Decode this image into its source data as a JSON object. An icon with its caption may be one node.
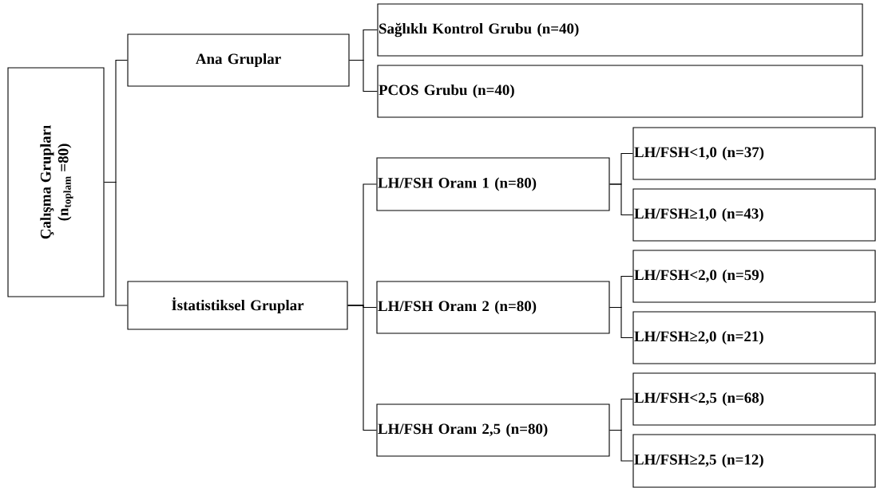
{
  "diagram": {
    "nodes": [
      {
        "text": [
          "Çalışma Grupları",
          "(n$_{toplam}$ =80)"
        ]
      },
      {
        "text": [
          "Ana Gruplar"
        ]
      },
      {
        "text": [
          "İstatistiksel Gruplar"
        ]
      },
      {
        "text": [
          "Sağlıklı Kontrol Grubu (n=40)"
        ]
      },
      {
        "text": [
          "PCOS Grubu (n=40)"
        ]
      },
      {
        "text": [
          "LH/FSH Oranı 1 (n=80)"
        ]
      },
      {
        "text": [
          "LH/FSH Oranı 2 (n=80)"
        ]
      },
      {
        "text": [
          "LH/FSH Oranı 2,5 (n=80)"
        ]
      },
      {
        "text": [
          "LH/FSH<1,0 (n=37)"
        ]
      },
      {
        "text": [
          "LH/FSH≥1,0 (n=43)"
        ]
      },
      {
        "text": [
          "LH/FSH<2,0 (n=59)"
        ]
      },
      {
        "text": [
          "LH/FSH≥2,0 (n=21)"
        ]
      },
      {
        "text": [
          "LH/FSH<2,5 (n=68)"
        ]
      },
      {
        "text": [
          "LH/FSH≥2,5 (n=12)"
        ]
      }
    ],
    "edges": [
      {
        "from": 0,
        "to": 1,
        "arrow": "none"
      },
      {
        "from": 0,
        "to": 2,
        "arrow": "none"
      },
      {
        "from": 1,
        "to": 3,
        "arrow": "none"
      },
      {
        "from": 1,
        "to": 4,
        "arrow": "none"
      },
      {
        "from": 2,
        "to": 5,
        "arrow": "none"
      },
      {
        "from": 2,
        "to": 6,
        "arrow": "none"
      },
      {
        "from": 2,
        "to": 7,
        "arrow": "none"
      },
      {
        "from": 5,
        "to": 8,
        "arrow": "none"
      },
      {
        "from": 5,
        "to": 9,
        "arrow": "none"
      },
      {
        "from": 6,
        "to": 10,
        "arrow": "none"
      },
      {
        "from": 6,
        "to": 11,
        "arrow": "none"
      },
      {
        "from": 7,
        "to": 12,
        "arrow": "none"
      },
      {
        "from": 7,
        "to": 13,
        "arrow": "none"
      }
    ]
  }
}
